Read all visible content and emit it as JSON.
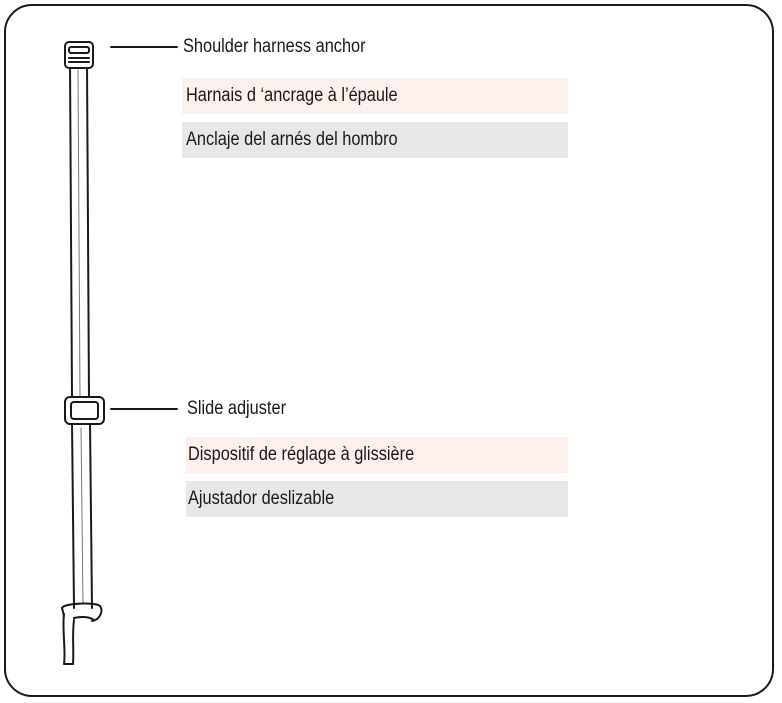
{
  "colors": {
    "outline": "#1a1a1a",
    "french_band": "#fdf1ee",
    "spanish_band": "#e7e7e9"
  },
  "diagram": {
    "object": "harness-strap",
    "callouts": [
      {
        "id": "shoulder-harness-anchor",
        "en": "Shoulder harness anchor",
        "fr": "Harnais d ‘ancrage à l’épaule",
        "es": "Anclaje del arnés del hombro"
      },
      {
        "id": "slide-adjuster",
        "en": "Slide adjuster",
        "fr": "Dispositif de réglage à glissière",
        "es": "Ajustador deslizable"
      }
    ]
  }
}
